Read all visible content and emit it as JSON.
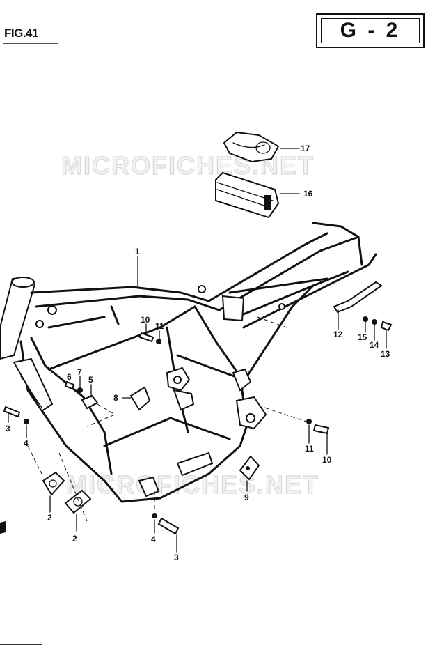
{
  "figure": {
    "label": "FIG.41",
    "section": "G - 2"
  },
  "watermarks": [
    "MICROFICHES.NET",
    "MICROFICHES.NET"
  ],
  "callouts": [
    {
      "id": "c17",
      "text": "17"
    },
    {
      "id": "c16",
      "text": "16"
    },
    {
      "id": "c1",
      "text": "1"
    },
    {
      "id": "c10a",
      "text": "10"
    },
    {
      "id": "c11a",
      "text": "11"
    },
    {
      "id": "c12",
      "text": "12"
    },
    {
      "id": "c15",
      "text": "15"
    },
    {
      "id": "c14",
      "text": "14"
    },
    {
      "id": "c13",
      "text": "13"
    },
    {
      "id": "c7",
      "text": "7"
    },
    {
      "id": "c6",
      "text": "6"
    },
    {
      "id": "c5",
      "text": "5"
    },
    {
      "id": "c8",
      "text": "8"
    },
    {
      "id": "c3a",
      "text": "3"
    },
    {
      "id": "c4a",
      "text": "4"
    },
    {
      "id": "c11b",
      "text": "11"
    },
    {
      "id": "c10b",
      "text": "10"
    },
    {
      "id": "c9",
      "text": "9"
    },
    {
      "id": "c2a",
      "text": "2"
    },
    {
      "id": "c2b",
      "text": "2"
    },
    {
      "id": "c4b",
      "text": "4"
    },
    {
      "id": "c3b",
      "text": "3"
    }
  ]
}
